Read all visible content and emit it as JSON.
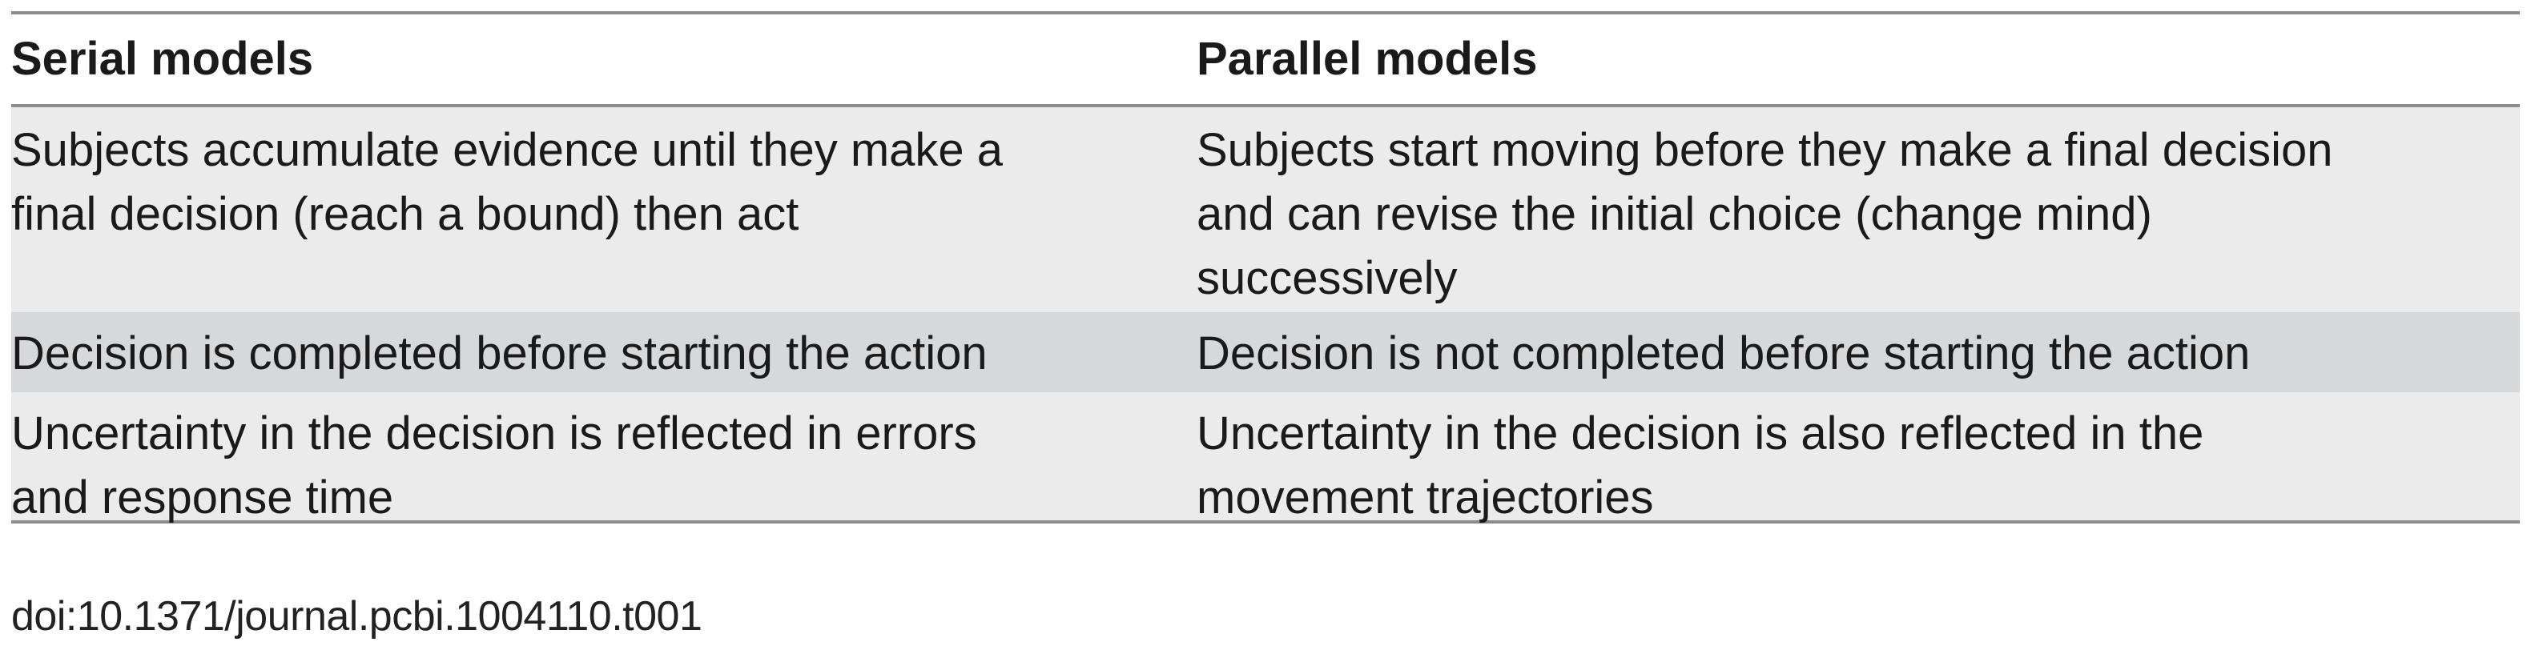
{
  "table": {
    "headers": [
      "Serial models",
      "Parallel models"
    ],
    "rows": [
      [
        "Subjects accumulate evidence until they make a\nfinal decision (reach a bound) then act",
        "Subjects start moving before they make a final decision\nand can revise the initial choice (change mind)\nsuccessively"
      ],
      [
        "Decision is completed before starting the action",
        "Decision is not completed before starting the action"
      ],
      [
        "Uncertainty in the decision is reflected in errors\nand response time",
        "Uncertainty in the decision is also reflected in the\nmovement trajectories"
      ]
    ],
    "row_colors": [
      "#ebebec",
      "#d7d8da",
      "#ebebec"
    ],
    "rule_color": "#8a8a8a"
  },
  "caption": {
    "doi": "doi:10.1371/journal.pcbi.1004110.t001"
  }
}
